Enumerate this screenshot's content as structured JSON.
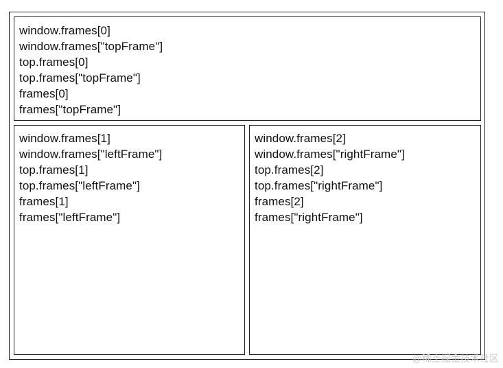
{
  "frames": {
    "top": {
      "lines": [
        "window.frames[0]",
        "window.frames[\"topFrame\"]",
        "top.frames[0]",
        "top.frames[\"topFrame\"]",
        "frames[0]",
        "frames[\"topFrame\"]"
      ]
    },
    "left": {
      "lines": [
        "window.frames[1]",
        "window.frames[\"leftFrame\"]",
        "top.frames[1]",
        "top.frames[\"leftFrame\"]",
        "frames[1]",
        "frames[\"leftFrame\"]"
      ]
    },
    "right": {
      "lines": [
        "window.frames[2]",
        "window.frames[\"rightFrame\"]",
        "top.frames[2]",
        "top.frames[\"rightFrame\"]",
        "frames[2]",
        "frames[\"rightFrame\"]"
      ]
    }
  },
  "watermark": "@稀土掘金技术社区"
}
